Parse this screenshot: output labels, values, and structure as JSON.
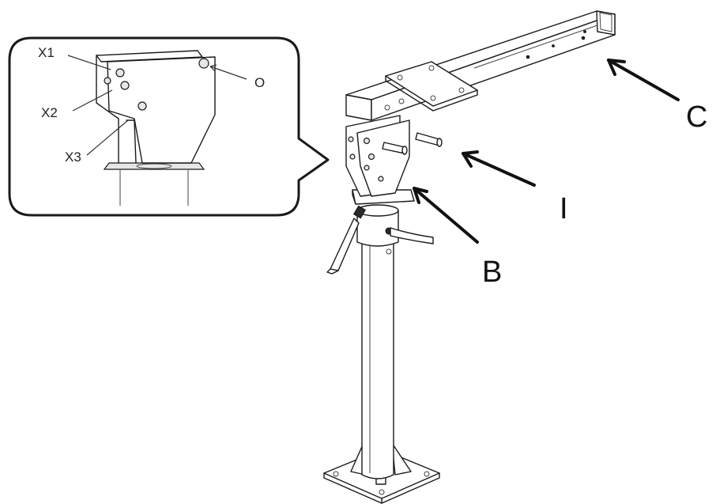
{
  "labels": {
    "C": "C",
    "I": "I",
    "B": "B"
  },
  "callout": {
    "x1": "X1",
    "x2": "X2",
    "x3": "X3",
    "o": "O"
  },
  "colors": {
    "line": "#1a1a1a",
    "background": "#ffffff"
  }
}
